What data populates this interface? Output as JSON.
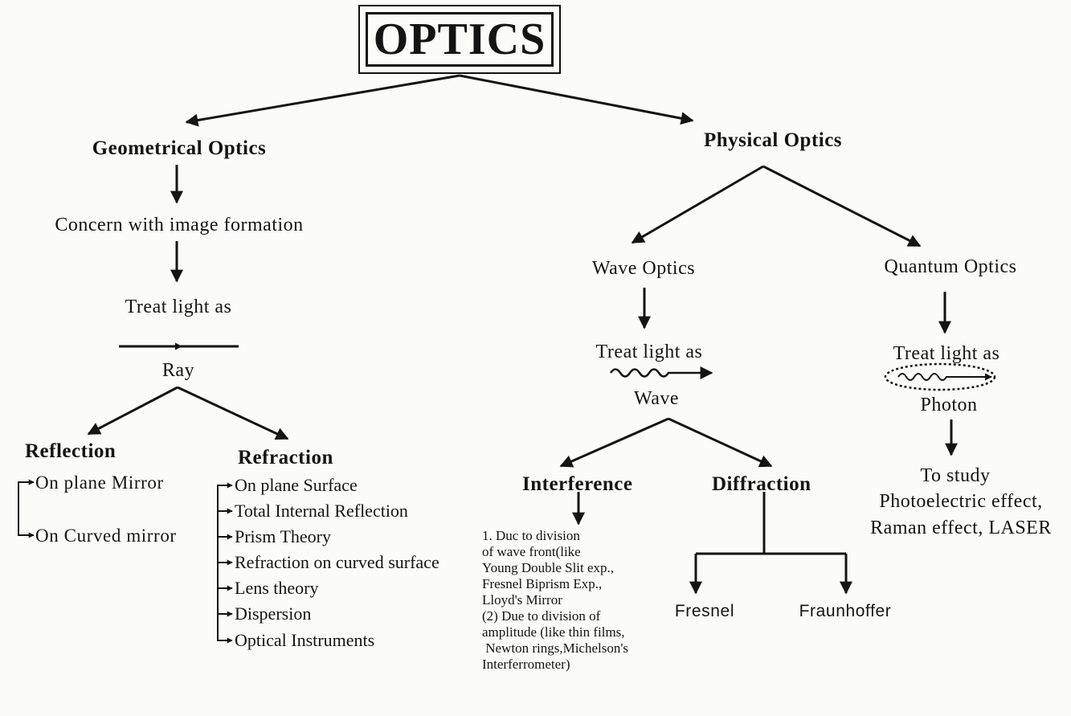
{
  "title": "OPTICS",
  "geometrical": {
    "heading": "Geometrical Optics",
    "concern": "Concern with image formation",
    "treat": "Treat light as",
    "ray": "Ray",
    "reflection": {
      "heading": "Reflection",
      "items": [
        "On plane Mirror",
        "On Curved mirror"
      ]
    },
    "refraction": {
      "heading": "Refraction",
      "items": [
        "On plane Surface",
        "Total Internal Reflection",
        "Prism Theory",
        "Refraction on curved surface",
        "Lens theory",
        "Dispersion",
        "Optical Instruments"
      ]
    }
  },
  "physical": {
    "heading": "Physical Optics",
    "wave_optics": {
      "heading": "Wave Optics",
      "treat": "Treat light as",
      "wave": "Wave",
      "interference": {
        "heading": "Interference",
        "notes": [
          "1. Duc to division",
          "of wave front(like",
          "Young Double Slit exp.,",
          "Fresnel Biprism Exp.,",
          "Lloyd's Mirror",
          "(2) Due to division of",
          "amplitude (like thin films,",
          " Newton rings,Michelson's",
          "Interferrometer)"
        ]
      },
      "diffraction": {
        "heading": "Diffraction",
        "types": [
          "Fresnel",
          "Fraunhoffer"
        ]
      }
    },
    "quantum_optics": {
      "heading": "Quantum Optics",
      "treat": "Treat light as",
      "photon": "Photon",
      "study": [
        "To study",
        "Photoelectric effect,",
        "Raman effect, LASER"
      ]
    }
  },
  "colors": {
    "ink": "#141414",
    "paper": "#fbfbf9"
  }
}
